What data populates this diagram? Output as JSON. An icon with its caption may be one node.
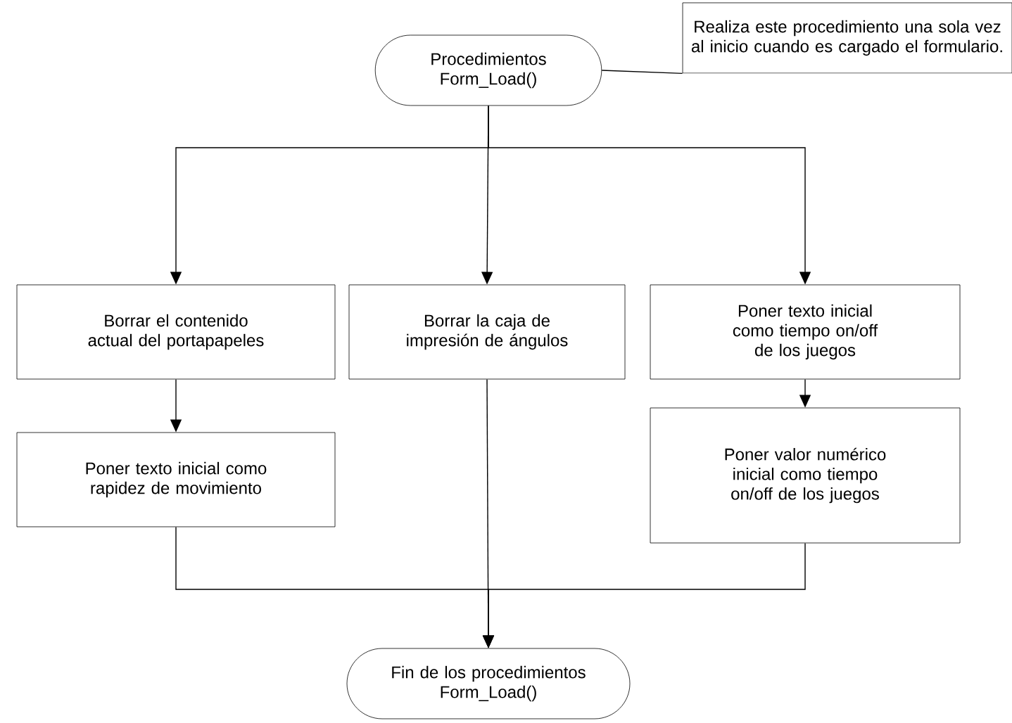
{
  "diagram": {
    "nodes": [
      {
        "text": [
          "Procedimientos Form_Load()"
        ]
      },
      {
        "text": [
          "Realiza este procedimiento una sola vez al inicio cuando es cargado el formulario."
        ]
      },
      {
        "text": [
          "Borrar el contenido actual del portapapeles"
        ]
      },
      {
        "text": [
          "Borrar la caja de impresión de ángulos"
        ]
      },
      {
        "text": [
          "Poner texto inicial como tiempo on/off de los juegos"
        ]
      },
      {
        "text": [
          "Poner texto inicial como rapidez de movimiento"
        ]
      },
      {
        "text": [
          "Poner valor numérico inicial como tiempo on/off de los juegos"
        ]
      },
      {
        "text": [
          "Fin de los procedimientos Form_Load()"
        ]
      }
    ],
    "edges": [
      {
        "from": 1,
        "to": 0,
        "arrow": "none"
      },
      {
        "from": 0,
        "to": 2,
        "arrow": "to"
      },
      {
        "from": 0,
        "to": 3,
        "arrow": "to"
      },
      {
        "from": 0,
        "to": 4,
        "arrow": "to"
      },
      {
        "from": 2,
        "to": 5,
        "arrow": "to"
      },
      {
        "from": 4,
        "to": 6,
        "arrow": "to"
      },
      {
        "from": 5,
        "to": 7,
        "arrow": "to"
      },
      {
        "from": 3,
        "to": 7,
        "arrow": "to"
      },
      {
        "from": 6,
        "to": 7,
        "arrow": "to"
      }
    ]
  }
}
